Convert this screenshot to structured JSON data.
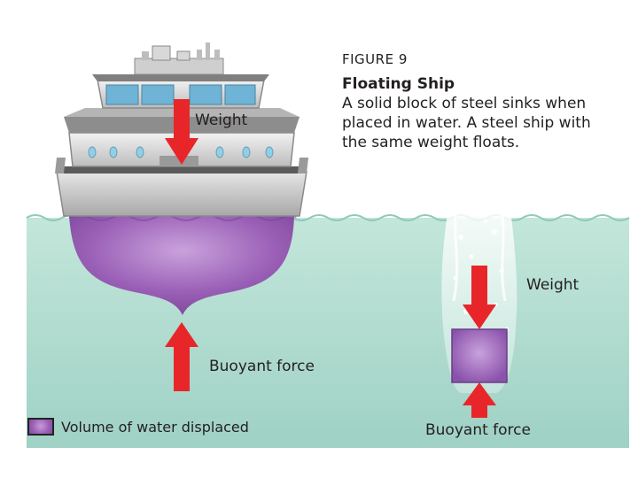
{
  "caption": {
    "figure_number": "FIGURE 9",
    "title": "Floating Ship",
    "body_line1": "A solid block of steel sinks when",
    "body_line2": "placed in water. A steel ship with",
    "body_line3": "the same weight floats."
  },
  "labels": {
    "ship_weight": "Weight",
    "ship_buoyant": "Buoyant force",
    "block_weight": "Weight",
    "block_buoyant": "Buoyant force"
  },
  "legend": {
    "text": "Volume of water displaced"
  },
  "colors": {
    "water": "#bfe3d8",
    "displaced": "#9b5fb8",
    "arrow": "#e8262a",
    "hull": "#c8c8c8"
  }
}
